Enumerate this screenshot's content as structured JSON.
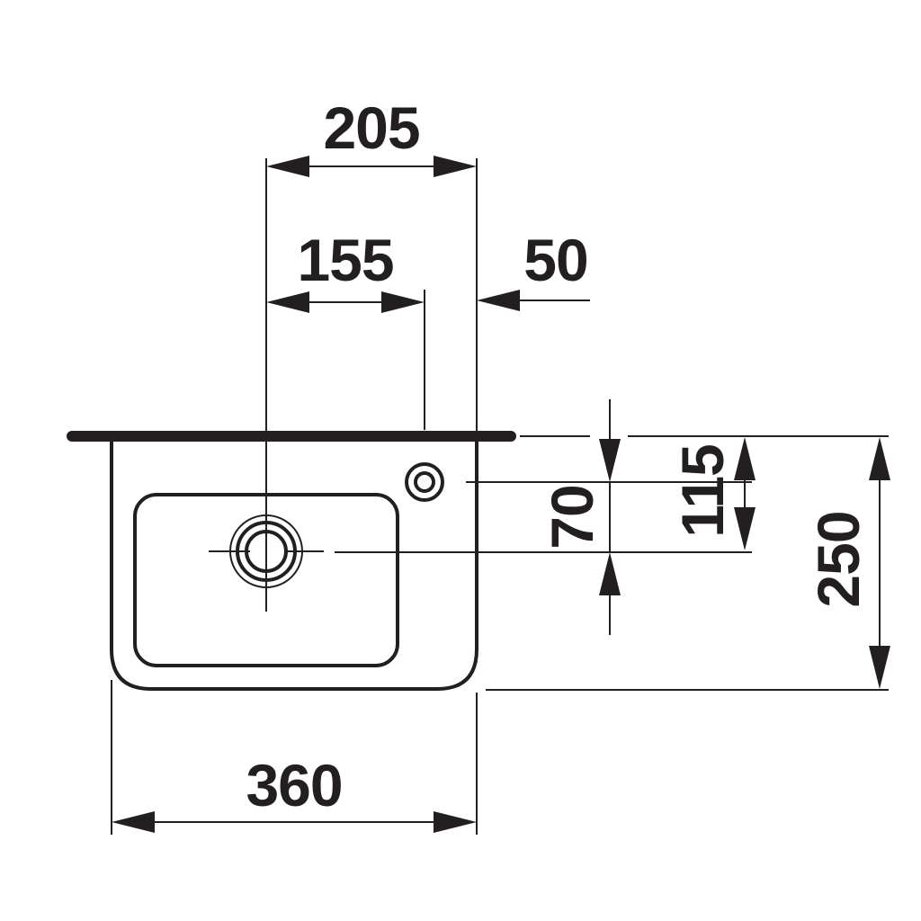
{
  "diagram": {
    "dimensions": {
      "overall_width": "360",
      "tap_to_drain_offset": "205",
      "drain_offset": "155",
      "tap_hole_to_edge": "50",
      "drain_to_tap_vertical": "70",
      "tap_hole_depth": "115",
      "overall_depth": "250"
    }
  }
}
